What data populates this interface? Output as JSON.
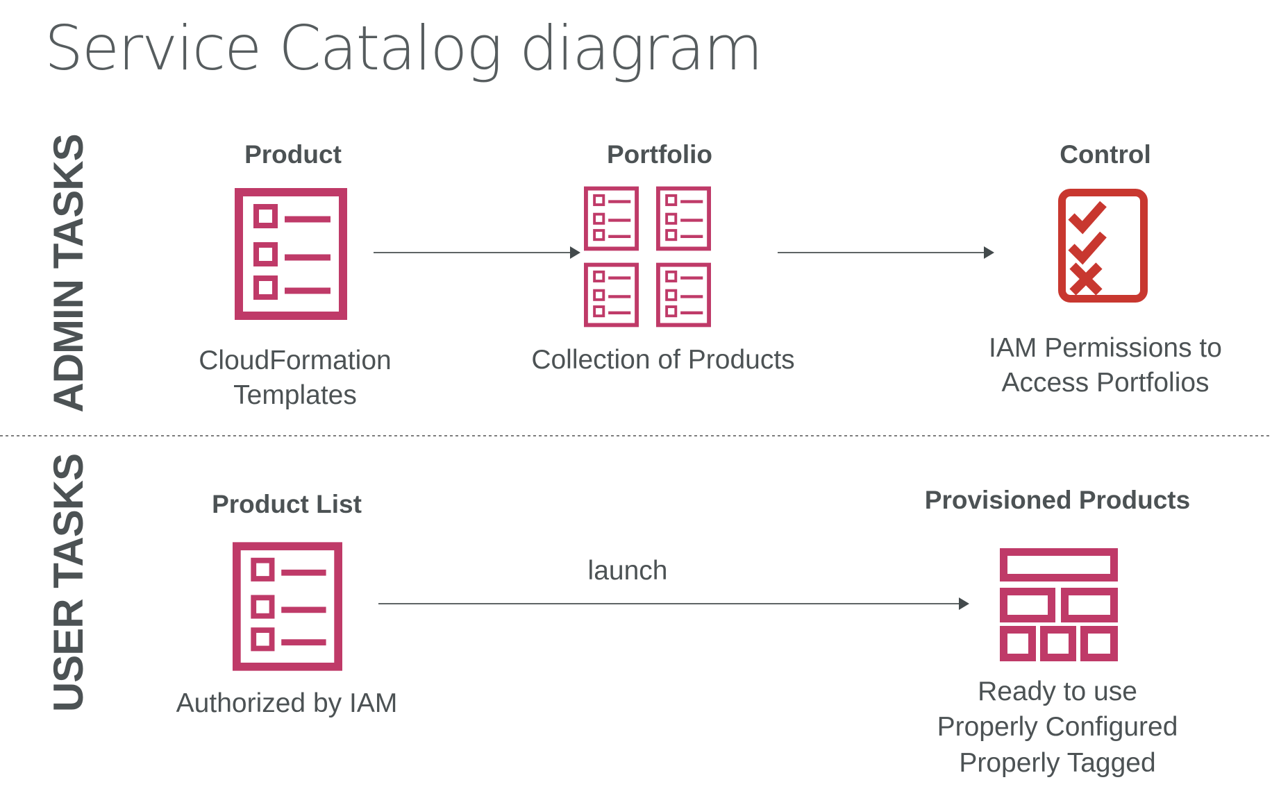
{
  "page_title": "Service Catalog diagram",
  "colors": {
    "pink": "#bf3a68",
    "red": "#c8372f",
    "text": "#4c5254",
    "title_text": "#565c5e",
    "arrow_line": "#5e6465",
    "arrow_head": "#434a4c",
    "divider": "#7d7d7d"
  },
  "sections": {
    "admin": {
      "label": "ADMIN TASKS",
      "items": {
        "product": {
          "title": "Product",
          "caption": "CloudFormation\nTemplates",
          "icon": "list-icon"
        },
        "portfolio": {
          "title": "Portfolio",
          "caption": "Collection of Products",
          "icon": "portfolio-grid-icon"
        },
        "control": {
          "title": "Control",
          "caption": "IAM Permissions to\nAccess Portfolios",
          "icon": "checklist-icon"
        }
      },
      "arrows": [
        {
          "from": "product",
          "to": "portfolio",
          "label": ""
        },
        {
          "from": "portfolio",
          "to": "control",
          "label": ""
        }
      ]
    },
    "user": {
      "label": "USER TASKS",
      "items": {
        "product_list": {
          "title": "Product List",
          "caption": "Authorized by IAM",
          "icon": "list-icon"
        },
        "provisioned_products": {
          "title": "Provisioned Products",
          "caption": "Ready to use\nProperly Configured\nProperly Tagged",
          "icon": "blocks-icon"
        }
      },
      "arrows": [
        {
          "from": "product_list",
          "to": "provisioned_products",
          "label": "launch"
        }
      ]
    }
  }
}
